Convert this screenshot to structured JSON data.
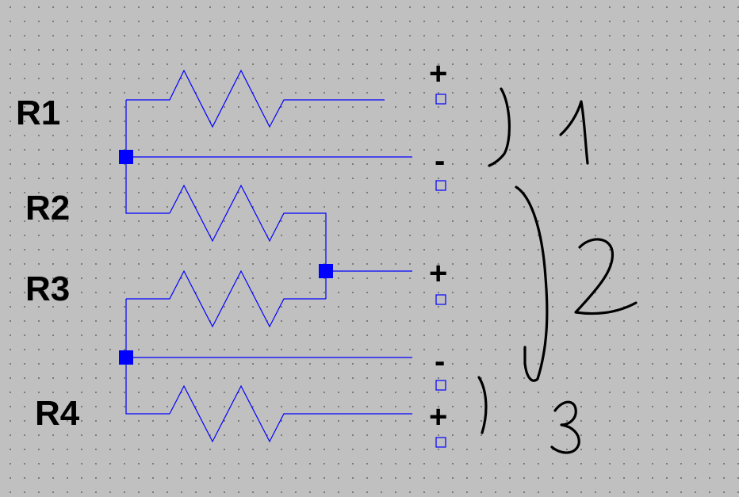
{
  "resistors": [
    {
      "id": "r1",
      "label": "R1"
    },
    {
      "id": "r2",
      "label": "R2"
    },
    {
      "id": "r3",
      "label": "R3"
    },
    {
      "id": "r4",
      "label": "R4"
    }
  ],
  "terminals": [
    {
      "id": "t1",
      "sign": "+"
    },
    {
      "id": "t2",
      "sign": "-"
    },
    {
      "id": "t3",
      "sign": "+"
    },
    {
      "id": "t4",
      "sign": "-"
    },
    {
      "id": "t5",
      "sign": "+"
    }
  ],
  "port_annotations": [
    {
      "id": "p1",
      "label": "1"
    },
    {
      "id": "p2",
      "label": "2"
    },
    {
      "id": "p3",
      "label": "3"
    }
  ],
  "colors": {
    "background": "#c0c0c0",
    "wire": "#0000ff",
    "ink": "#000000"
  }
}
